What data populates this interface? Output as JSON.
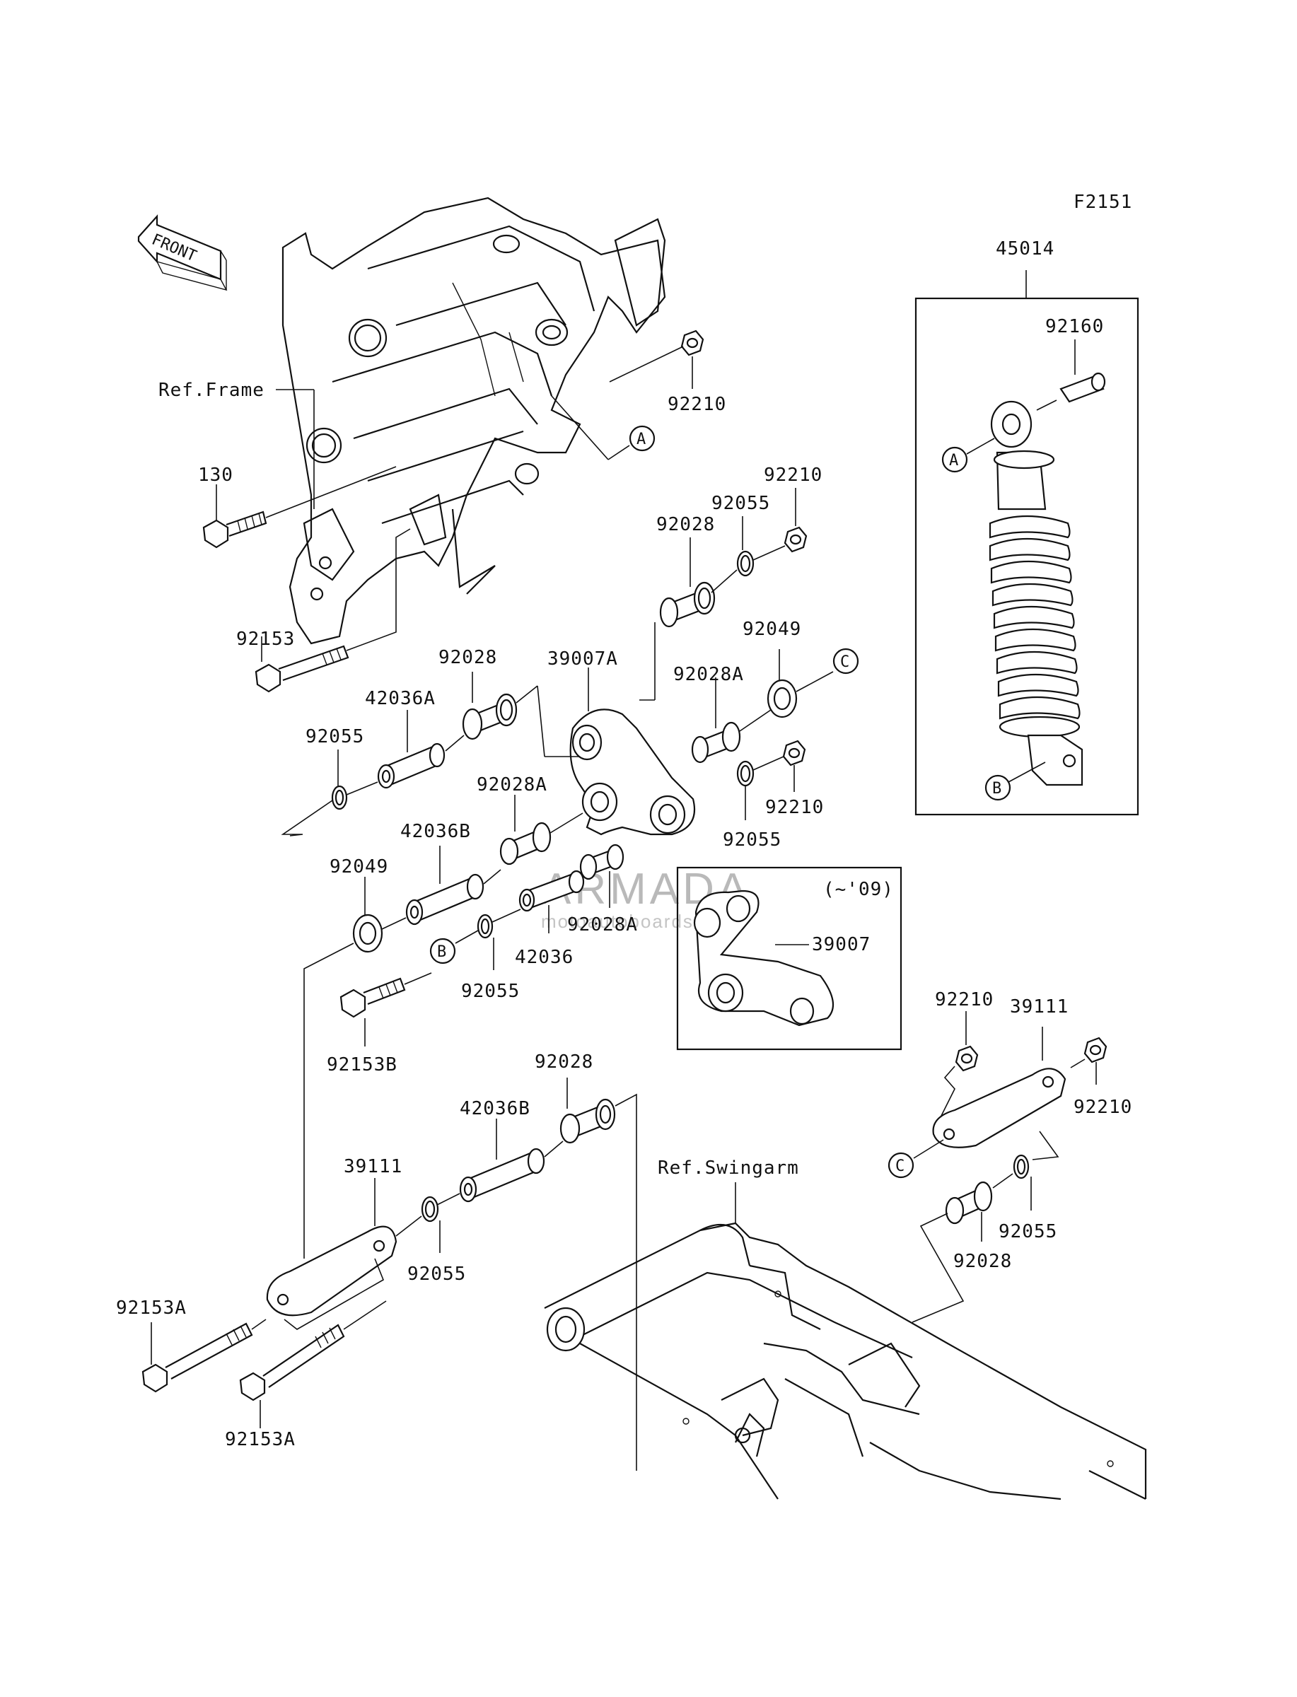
{
  "figure_code": "F2151",
  "front_label": "FRONT",
  "refs": {
    "frame": "Ref.Frame",
    "swingarm": "Ref.Swingarm"
  },
  "variant_note": "(~'09)",
  "watermark": {
    "brand": "ARMADA",
    "sub": "motoautoboards"
  },
  "callout_letters": {
    "a": "A",
    "b": "B",
    "c": "C"
  },
  "parts": {
    "p45014": "45014",
    "p92160": "92160",
    "p92210_top": "92210",
    "p130": "130",
    "p92210_b": "92210",
    "p92055_a": "92055",
    "p92028_a": "92028",
    "p92153": "92153",
    "p92049_a": "92049",
    "p92028_b": "92028",
    "p39007A": "39007A",
    "p92028A_a": "92028A",
    "p42036A": "42036A",
    "p92055_b": "92055",
    "p92028A_b": "92028A",
    "p92210_c": "92210",
    "p42036B_a": "42036B",
    "p92055_c": "92055",
    "p92049_b": "92049",
    "p92028A_c": "92028A",
    "p42036": "42036",
    "p39007": "39007",
    "p92055_d": "92055",
    "p92153B": "92153B",
    "p92210_d": "92210",
    "p39111_a": "39111",
    "p92028_c": "92028",
    "p92210_e": "92210",
    "p42036B_b": "42036B",
    "p39111_b": "39111",
    "p92055_e": "92055",
    "p92028_d": "92028",
    "p92055_f": "92055",
    "p92153A_a": "92153A",
    "p92153A_b": "92153A"
  }
}
